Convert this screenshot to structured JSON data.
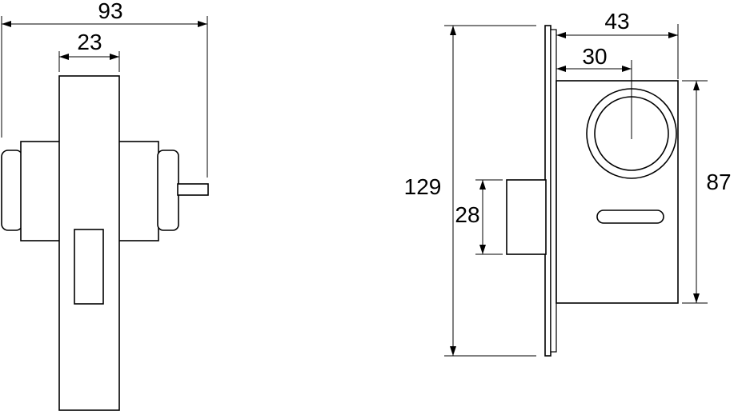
{
  "dimensions": {
    "overall_width": "93",
    "plate_width": "23",
    "depth": "43",
    "center_offset": "30",
    "total_height": "129",
    "box_height": "87",
    "cylinder_height": "28"
  }
}
